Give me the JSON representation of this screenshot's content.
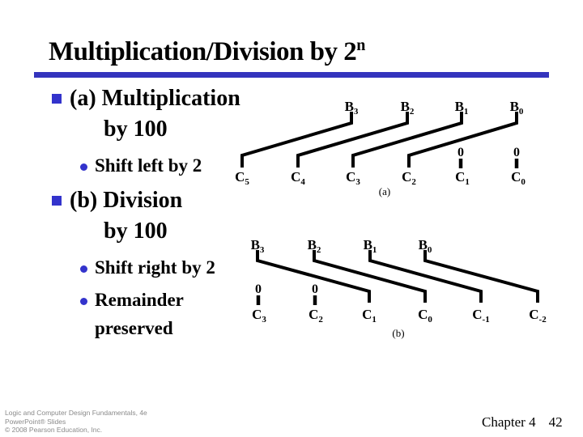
{
  "theme": {
    "accent_blue": "#3434bd",
    "bullet_blue": "#3333cc",
    "footer_gray": "#8a8a8a"
  },
  "header": {
    "title": "Multiplication/Division by 2",
    "title_sup": "n"
  },
  "bullets": {
    "items": [
      {
        "marker": "square",
        "line1": "(a) Multiplication",
        "line2": "by 100"
      },
      {
        "marker": "dot",
        "line1": "Shift left by 2"
      },
      {
        "marker": "square",
        "line1": "(b) Division",
        "line2": "by 100"
      },
      {
        "marker": "dot",
        "line1": "Shift right by 2"
      },
      {
        "marker": "dot",
        "line1": "Remainder",
        "line2": "preserved"
      }
    ]
  },
  "diagram_a": {
    "caption": "(a)",
    "top_labels": [
      {
        "base": "B",
        "sub": "3"
      },
      {
        "base": "B",
        "sub": "2"
      },
      {
        "base": "B",
        "sub": "1"
      },
      {
        "base": "B",
        "sub": "0"
      }
    ],
    "bottom_labels": [
      {
        "base": "C",
        "sub": "5"
      },
      {
        "base": "C",
        "sub": "4"
      },
      {
        "base": "C",
        "sub": "3"
      },
      {
        "base": "C",
        "sub": "2"
      },
      {
        "base": "C",
        "sub": "1"
      },
      {
        "base": "C",
        "sub": "0"
      }
    ],
    "zero_inputs": [
      "0",
      "0"
    ]
  },
  "diagram_b": {
    "caption": "(b)",
    "top_labels": [
      {
        "base": "B",
        "sub": "3"
      },
      {
        "base": "B",
        "sub": "2"
      },
      {
        "base": "B",
        "sub": "1"
      },
      {
        "base": "B",
        "sub": "0"
      }
    ],
    "bottom_labels": [
      {
        "base": "C",
        "sub": "3"
      },
      {
        "base": "C",
        "sub": "2"
      },
      {
        "base": "C",
        "sub": "1"
      },
      {
        "base": "C",
        "sub": "0"
      },
      {
        "base": "C",
        "sub": "-1"
      },
      {
        "base": "C",
        "sub": "-2"
      }
    ],
    "zero_inputs": [
      "0",
      "0"
    ]
  },
  "footer": {
    "credits": [
      "Logic and Computer Design Fundamentals, 4e",
      "PowerPoint® Slides",
      "© 2008 Pearson Education, Inc."
    ],
    "chapter_label": "Chapter 4",
    "page_number": "42"
  }
}
